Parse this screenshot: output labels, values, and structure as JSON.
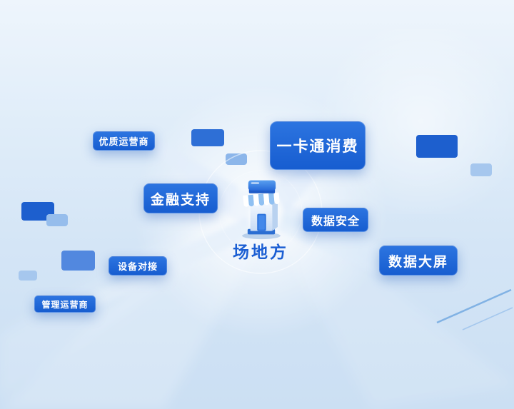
{
  "center": {
    "label": "场地方",
    "icon": "storefront-icon"
  },
  "nodes": [
    {
      "label": "优质运营商"
    },
    {
      "label": "一卡通消费"
    },
    {
      "label": "金融支持"
    },
    {
      "label": "数据安全"
    },
    {
      "label": "数据大屏"
    },
    {
      "label": "设备对接"
    },
    {
      "label": "管理运营商"
    }
  ],
  "colors": {
    "node_background": "#1a63d6",
    "node_text": "#ffffff",
    "center_label": "#1c5fd3",
    "background_top": "#eef5fc",
    "background_bottom": "#cbdff3",
    "decor_dark": "#1d5fce",
    "decor_light": "#a6c7ee"
  }
}
